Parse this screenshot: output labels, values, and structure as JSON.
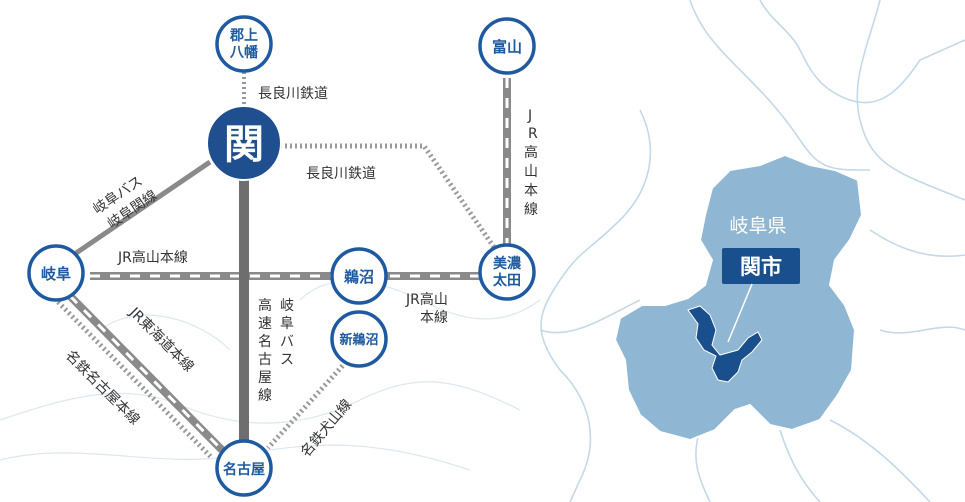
{
  "stations": {
    "gujo_hachiman": {
      "line1": "郡上",
      "line2": "八幡"
    },
    "seki": {
      "label": "関"
    },
    "toyama": {
      "label": "富山"
    },
    "gifu": {
      "label": "岐阜"
    },
    "unuma": {
      "label": "鵜沼"
    },
    "minoota": {
      "line1": "美濃",
      "line2": "太田"
    },
    "shin_unuma": {
      "label": "新鵜沼"
    },
    "nagoya": {
      "label": "名古屋"
    }
  },
  "lines": {
    "nagaragawa_top": "長良川鉄道",
    "nagaragawa_east": "長良川鉄道",
    "jr_takayama_vertical": [
      "J",
      "R",
      "高",
      "山",
      "本",
      "線"
    ],
    "gifu_bus_seki": [
      "岐阜バス",
      "岐阜関線"
    ],
    "jr_takayama_horizontal": "JR高山本線",
    "jr_takayama_lower": [
      "JR高山",
      "本線"
    ],
    "highway_bus": [
      "高",
      "速",
      "名",
      "古",
      "屋",
      "線"
    ],
    "highway_bus_2": [
      "岐",
      "阜",
      "バ",
      "ス"
    ],
    "jr_tokaido": "JR東海道本線",
    "meitetsu_nagoya": "名鉄名古屋本線",
    "meitetsu_inuyama": "名鉄犬山線"
  },
  "inset": {
    "prefecture": "岐阜県",
    "city": "関市"
  },
  "colors": {
    "station_ring": "#1f5aa0",
    "seki_fill": "#1f4f8f",
    "rail_gray": "#8a8a8a",
    "prefecture": "#8fb6d2",
    "city": "#1a4f8e",
    "region_outline": "#c5d8e8"
  }
}
